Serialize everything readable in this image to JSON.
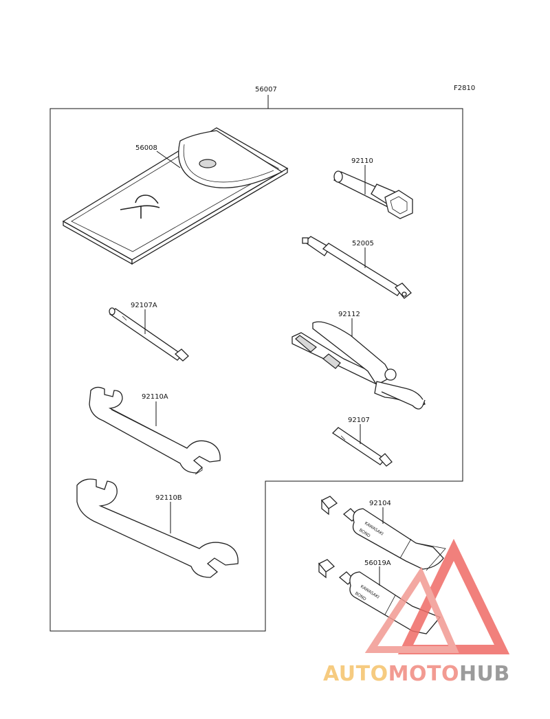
{
  "figure_code": "F2810",
  "parts": {
    "kit": "56007",
    "pouch": "56008",
    "box_wrench": "92110",
    "screwdriver_handle": "52005",
    "pliers": "92112",
    "screwdriver_bit_a": "92107A",
    "screwdriver_bit": "92107",
    "wrench_a": "92110A",
    "wrench_b": "92110B",
    "bond_1": "92104",
    "bond_2": "56019A"
  },
  "tube_text": {
    "line1": "KAWASAKI",
    "line2": "BOND"
  },
  "watermark": {
    "part1": "AUTO",
    "part2": "MOTO",
    "part3": "HUB",
    "colors": {
      "auto": "#f5c26b",
      "moto": "#f08a80",
      "hub": "#8a8a8a",
      "triangle": "#ef6b66"
    }
  }
}
